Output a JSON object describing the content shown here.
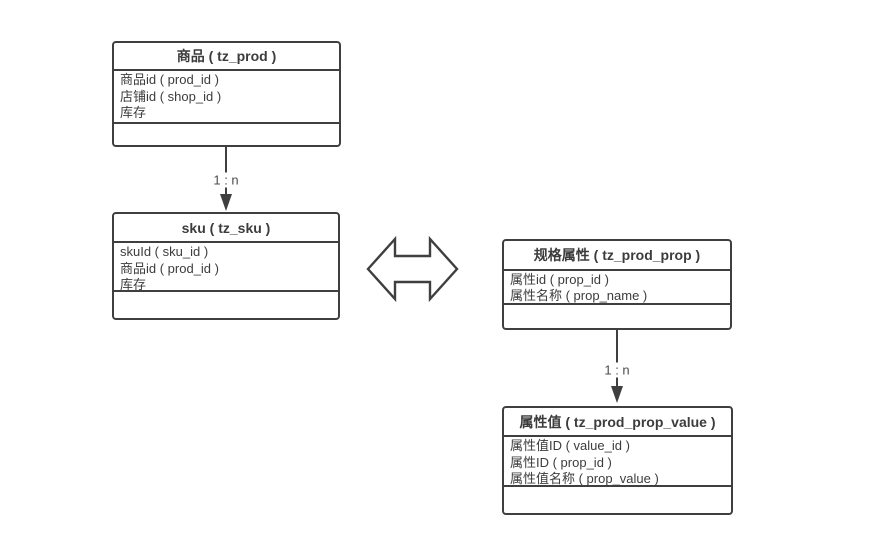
{
  "diagram": {
    "type": "er-diagram",
    "colors": {
      "background": "#ffffff",
      "border": "#3f3f3f",
      "text": "#3c3c3c",
      "relation_label": "#4c4c4c"
    },
    "entities": [
      {
        "id": "prod",
        "title": "商品 ( tz_prod )",
        "fields": [
          "商品id ( prod_id )",
          "店铺id ( shop_id )",
          "库存"
        ]
      },
      {
        "id": "sku",
        "title": "sku ( tz_sku )",
        "fields": [
          "skuId ( sku_id )",
          "商品id ( prod_id )",
          "库存"
        ]
      },
      {
        "id": "prod_prop",
        "title": "规格属性 ( tz_prod_prop )",
        "fields": [
          "属性id ( prop_id )",
          "属性名称 ( prop_name )"
        ]
      },
      {
        "id": "prod_prop_value",
        "title": "属性值 ( tz_prod_prop_value )",
        "fields": [
          "属性值ID ( value_id )",
          "属性ID ( prop_id )",
          "属性值名称 ( prop_value )"
        ]
      }
    ],
    "relations": [
      {
        "from": "prod",
        "to": "sku",
        "label": "1 : n",
        "direction": "down"
      },
      {
        "from": "prod_prop",
        "to": "prod_prop_value",
        "label": "1 : n",
        "direction": "down"
      }
    ],
    "bidirectional_link": {
      "between": [
        "sku",
        "prod_prop"
      ]
    }
  }
}
